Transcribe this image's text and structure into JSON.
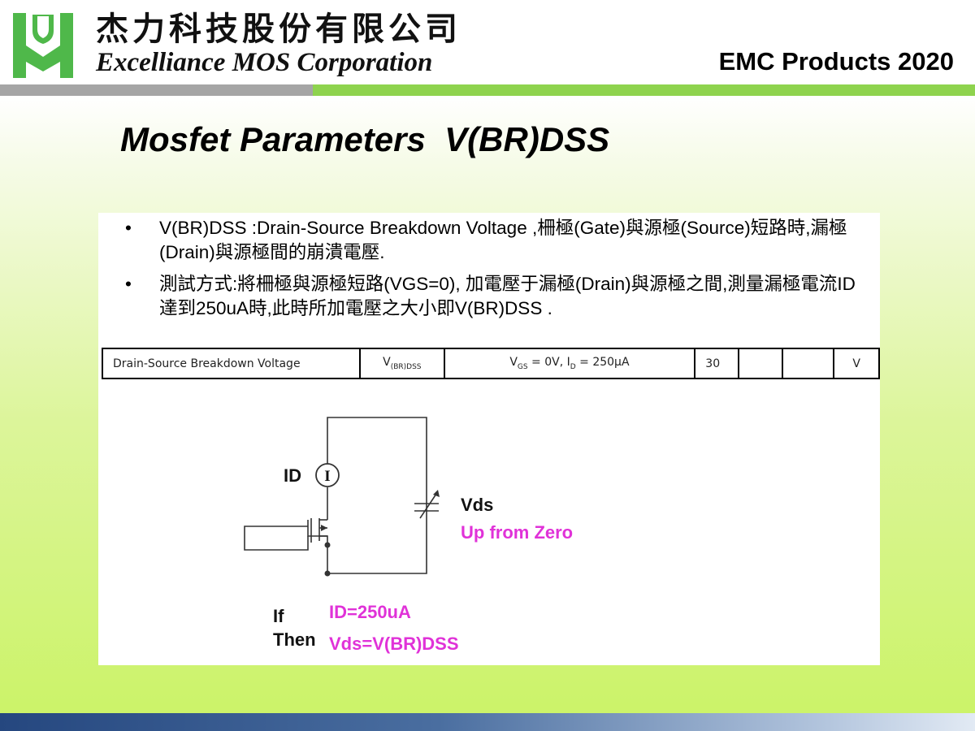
{
  "header": {
    "company_cn": "杰力科技股份有限公司",
    "company_en": "Excelliance MOS Corporation",
    "tagline": "EMC Products 2020",
    "logo_icon": "emc-logo-icon",
    "colors": {
      "logo_green": "#4fb84a",
      "band_gray": "#a5a5a5",
      "band_green": "#8ed34e"
    }
  },
  "title": "Mosfet Parameters  V(BR)DSS",
  "bullets": [
    {
      "symbol": "•",
      "text": "V(BR)DSS :Drain-Source Breakdown Voltage ,柵極(Gate)與源極(Source)短路時,漏極(Drain)與源極間的崩潰電壓."
    },
    {
      "symbol": "•",
      "text": "測試方式:將柵極與源極短路(VGS=0), 加電壓于漏極(Drain)與源極之間,測量漏極電流ID達到250uA時,此時所加電壓之大小即V(BR)DSS ."
    }
  ],
  "spec_row": {
    "parameter": "Drain-Source Breakdown Voltage",
    "symbol_main": "V",
    "symbol_sub": "(BR)DSS",
    "cond_v": "V",
    "cond_v_sub": "GS",
    "cond_mid": " = 0V, I",
    "cond_i_sub": "D",
    "cond_end": " = 250μA",
    "min": "30",
    "typ": "",
    "max": "",
    "unit": "V"
  },
  "circuit": {
    "id_label": "ID",
    "meter_symbol": "I",
    "vds_label": "Vds",
    "vds_note": "Up from Zero",
    "if_label": "If",
    "then_label": "Then",
    "if_value": "ID=250uA",
    "then_value": "Vds=V(BR)DSS",
    "colors": {
      "note": "#e032d8",
      "wire": "#333333"
    }
  }
}
